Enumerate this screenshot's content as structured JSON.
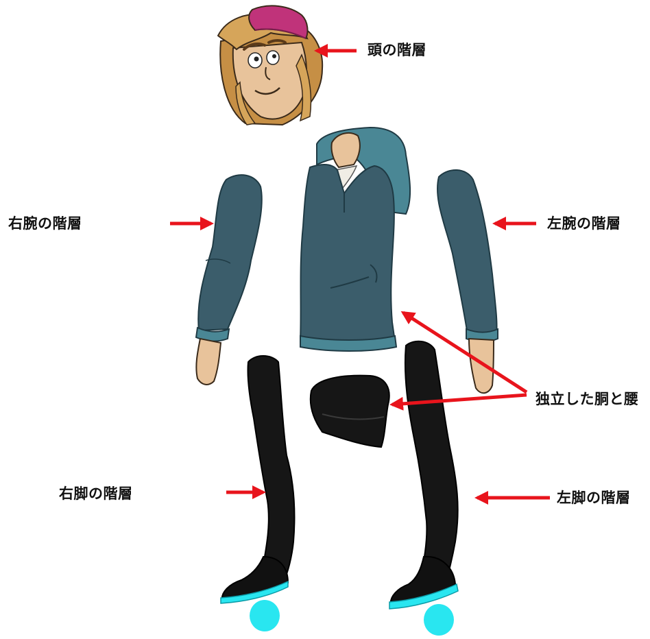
{
  "labels": {
    "head": "頭の階層",
    "right_arm": "右腕の階層",
    "left_arm": "左腕の階層",
    "torso_hip": "独立した胴と腰",
    "right_leg": "右脚の階層",
    "left_leg": "左脚の階層"
  },
  "colors": {
    "arrow": "#e8141c",
    "hoodie": "#3b5d6b",
    "hoodie_dark": "#2f4c58",
    "hood_inner": "#4a8795",
    "pants": "#161616",
    "skin": "#e8c39b",
    "hair": "#d6a55a",
    "cap": "#c0337a",
    "pivot": "#29e6f0"
  }
}
